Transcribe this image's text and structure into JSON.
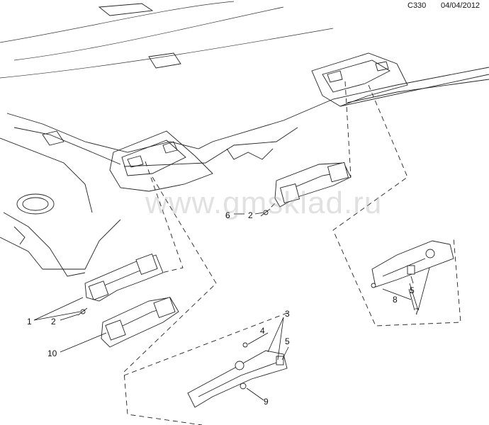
{
  "header": {
    "code": "C330",
    "date": "04/04/2012"
  },
  "watermark": "www.gmsklad.ru",
  "callouts": {
    "c1": "1",
    "c2a": "2",
    "c2b": "2",
    "c3": "3",
    "c4": "4",
    "c5a": "5",
    "c5b": "5",
    "c6": "6",
    "c7": "7",
    "c8": "8",
    "c9": "9",
    "c10": "10"
  }
}
